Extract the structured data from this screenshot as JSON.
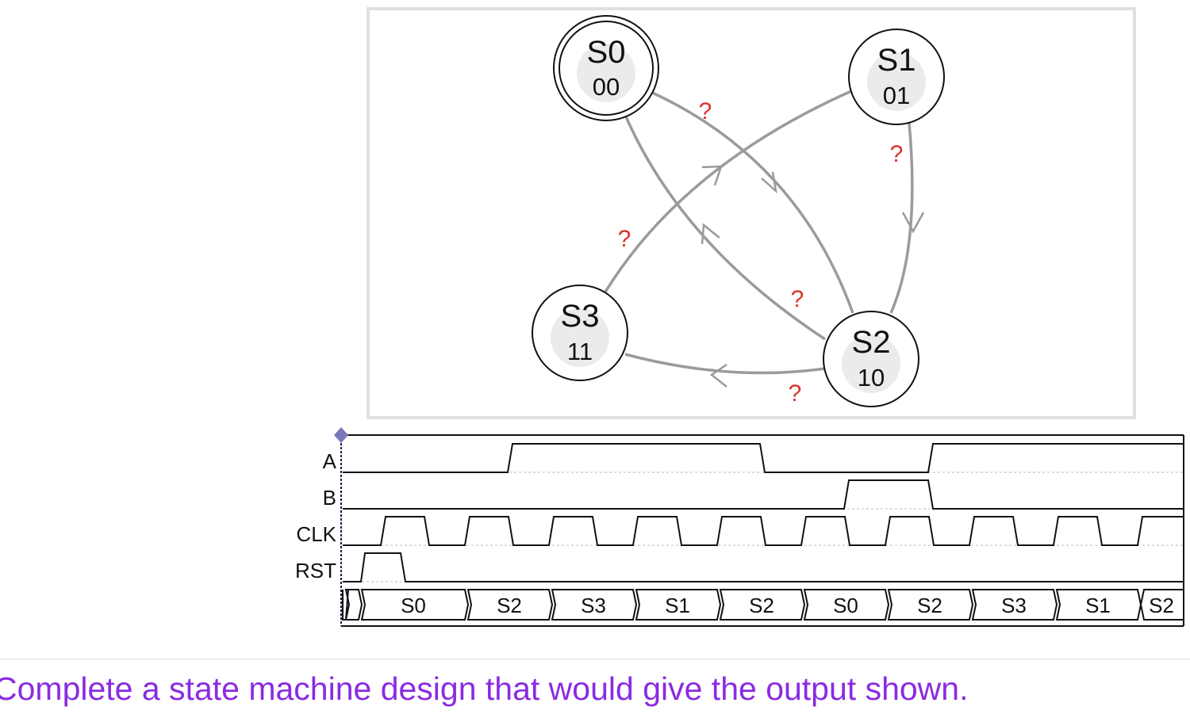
{
  "diagram": {
    "states": [
      {
        "id": "S0",
        "name": "S0",
        "code": "00",
        "initial": true
      },
      {
        "id": "S1",
        "name": "S1",
        "code": "01",
        "initial": false
      },
      {
        "id": "S2",
        "name": "S2",
        "code": "10",
        "initial": false
      },
      {
        "id": "S3",
        "name": "S3",
        "code": "11",
        "initial": false
      }
    ],
    "transitions": [
      {
        "from": "S0",
        "to": "S2",
        "label": "?"
      },
      {
        "from": "S2",
        "to": "S0",
        "label": "?"
      },
      {
        "from": "S1",
        "to": "S2",
        "label": "?"
      },
      {
        "from": "S2",
        "to": "S3",
        "label": "?"
      },
      {
        "from": "S3",
        "to": "S1",
        "label": "?"
      }
    ]
  },
  "waveform": {
    "signals": [
      "A",
      "B",
      "CLK",
      "RST"
    ],
    "state_sequence": [
      "S0",
      "S2",
      "S3",
      "S1",
      "S2",
      "S0",
      "S2",
      "S3",
      "S1",
      "S2"
    ]
  },
  "prompt": "Complete a state machine design that would give the output shown."
}
